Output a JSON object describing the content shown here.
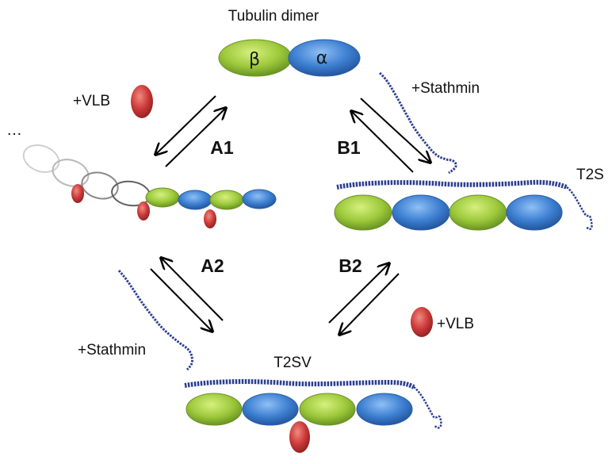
{
  "title": "Tubulin dimer",
  "greek": {
    "beta": "β",
    "alpha": "α"
  },
  "labels": {
    "vlb_top": "+VLB",
    "stathmin_top": "+Stathmin",
    "t2s": "T2S",
    "stathmin_bottom": "+Stathmin",
    "t2sv": "T2SV",
    "vlb_bottom": "+VLB",
    "ellipsis": "…"
  },
  "steps": {
    "a1": "A1",
    "b1": "B1",
    "a2": "A2",
    "b2": "B2"
  },
  "colors": {
    "beta_tubulin": "#9dc93c",
    "alpha_tubulin": "#3d7fd1",
    "vinblastine": "#cc3a3a",
    "stathmin": "#2b3f8f",
    "arrow": "#000000"
  }
}
